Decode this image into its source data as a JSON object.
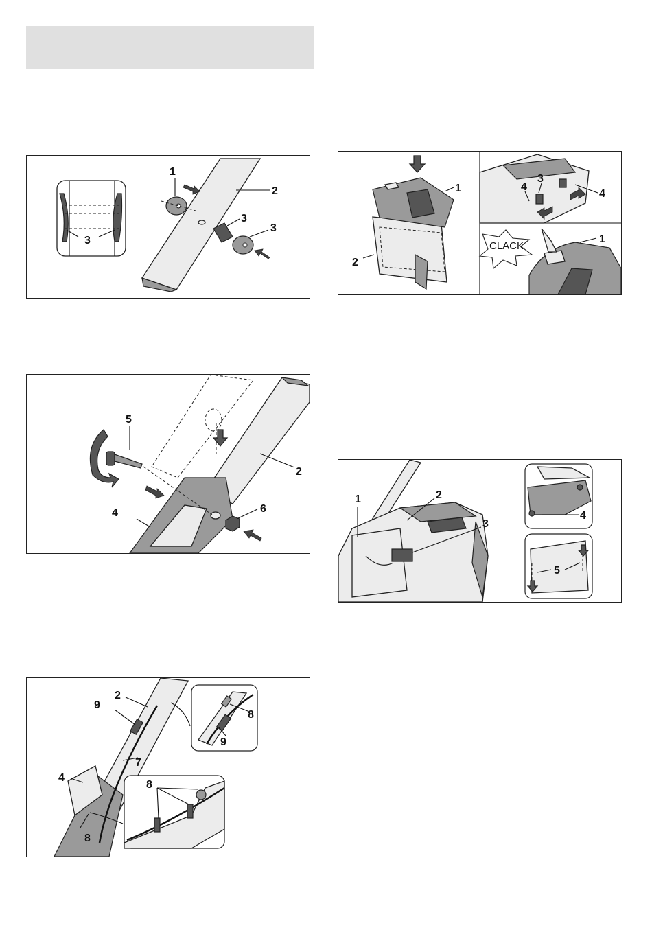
{
  "figures": {
    "fig_a": {
      "labels": [
        "3",
        "2",
        "1",
        "3",
        "3"
      ]
    },
    "fig_b": {
      "labels": [
        "1",
        "2",
        "4",
        "3",
        "4",
        "CLACK",
        "1"
      ]
    },
    "fig_c": {
      "labels": [
        "5",
        "2",
        "4",
        "6"
      ]
    },
    "fig_d": {
      "labels": [
        "1",
        "2",
        "3",
        "4",
        "5"
      ]
    },
    "fig_e": {
      "labels": [
        "2",
        "9",
        "7",
        "4",
        "8",
        "8",
        "8",
        "9"
      ]
    }
  }
}
